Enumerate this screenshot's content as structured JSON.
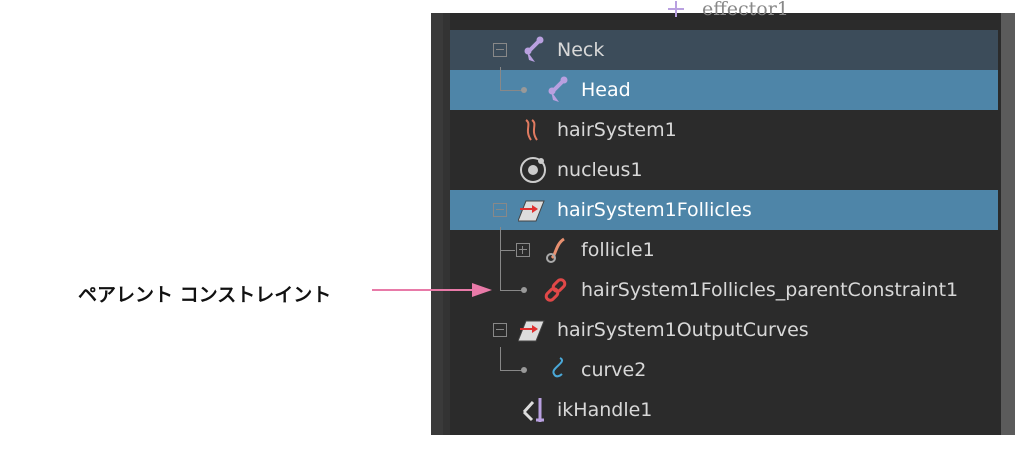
{
  "outliner": {
    "partial_top": "effector1",
    "rows": [
      {
        "label": "Neck",
        "icon": "joint-icon"
      },
      {
        "label": "Head",
        "icon": "joint-icon"
      },
      {
        "label": "hairSystem1",
        "icon": "hair-system-icon"
      },
      {
        "label": "nucleus1",
        "icon": "nucleus-icon"
      },
      {
        "label": "hairSystem1Follicles",
        "icon": "transform-group-icon"
      },
      {
        "label": "follicle1",
        "icon": "follicle-icon"
      },
      {
        "label": "hairSystem1Follicles_parentConstraint1",
        "icon": "parent-constraint-icon"
      },
      {
        "label": "hairSystem1OutputCurves",
        "icon": "transform-group-icon"
      },
      {
        "label": "curve2",
        "icon": "curve-icon"
      },
      {
        "label": "ikHandle1",
        "icon": "ik-handle-icon"
      }
    ]
  },
  "annotation": {
    "label": "ペアレント コンストレイント",
    "arrow_color": "#e87aa8"
  },
  "colors": {
    "selected": "#4e85a8",
    "highlight": "#3c4c5a",
    "panel": "#2b2b2b"
  }
}
